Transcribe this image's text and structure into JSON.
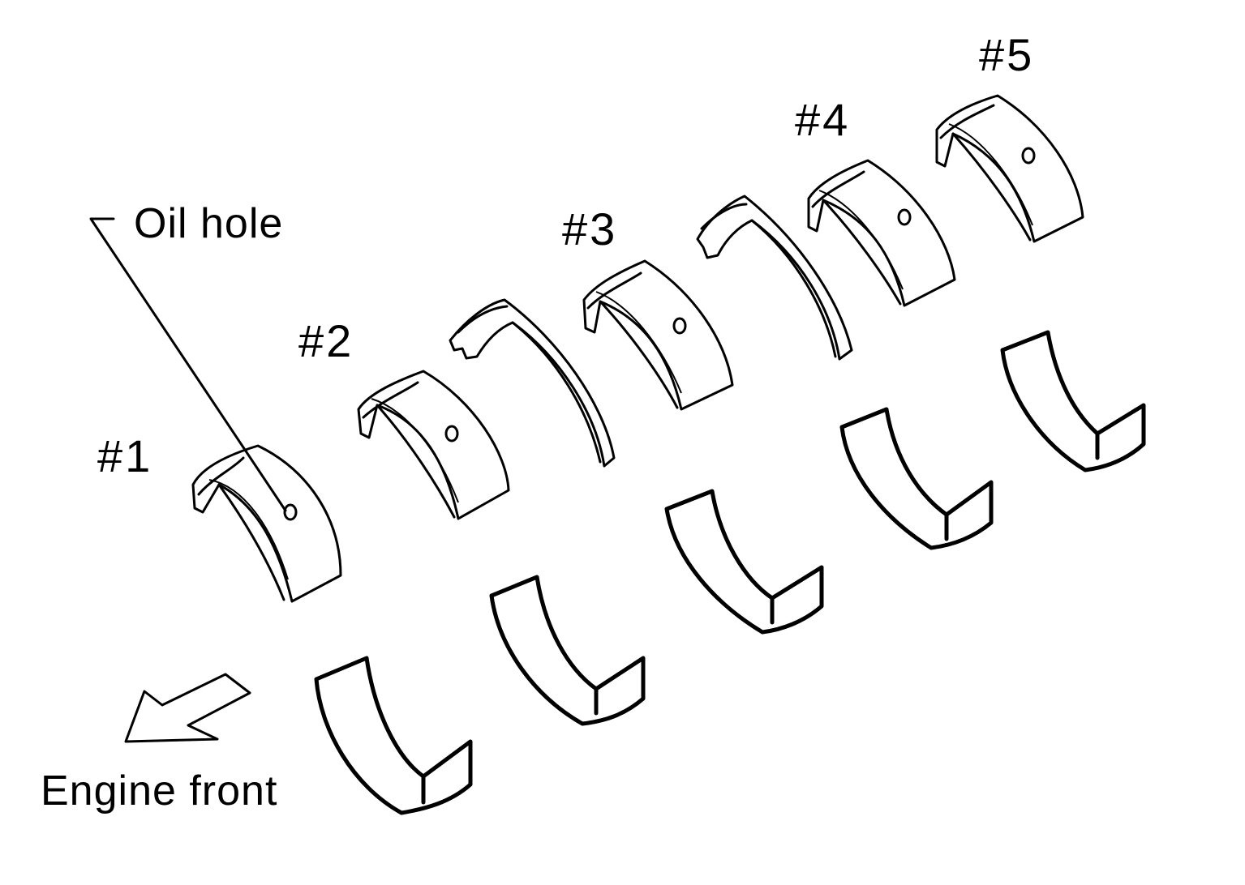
{
  "labels": {
    "bearing_1": "#1",
    "bearing_2": "#2",
    "bearing_3": "#3",
    "bearing_4": "#4",
    "bearing_5": "#5",
    "oil_hole": "Oil hole",
    "engine_front": "Engine front"
  },
  "colors": {
    "ink": "#000000",
    "paper": "#ffffff"
  }
}
